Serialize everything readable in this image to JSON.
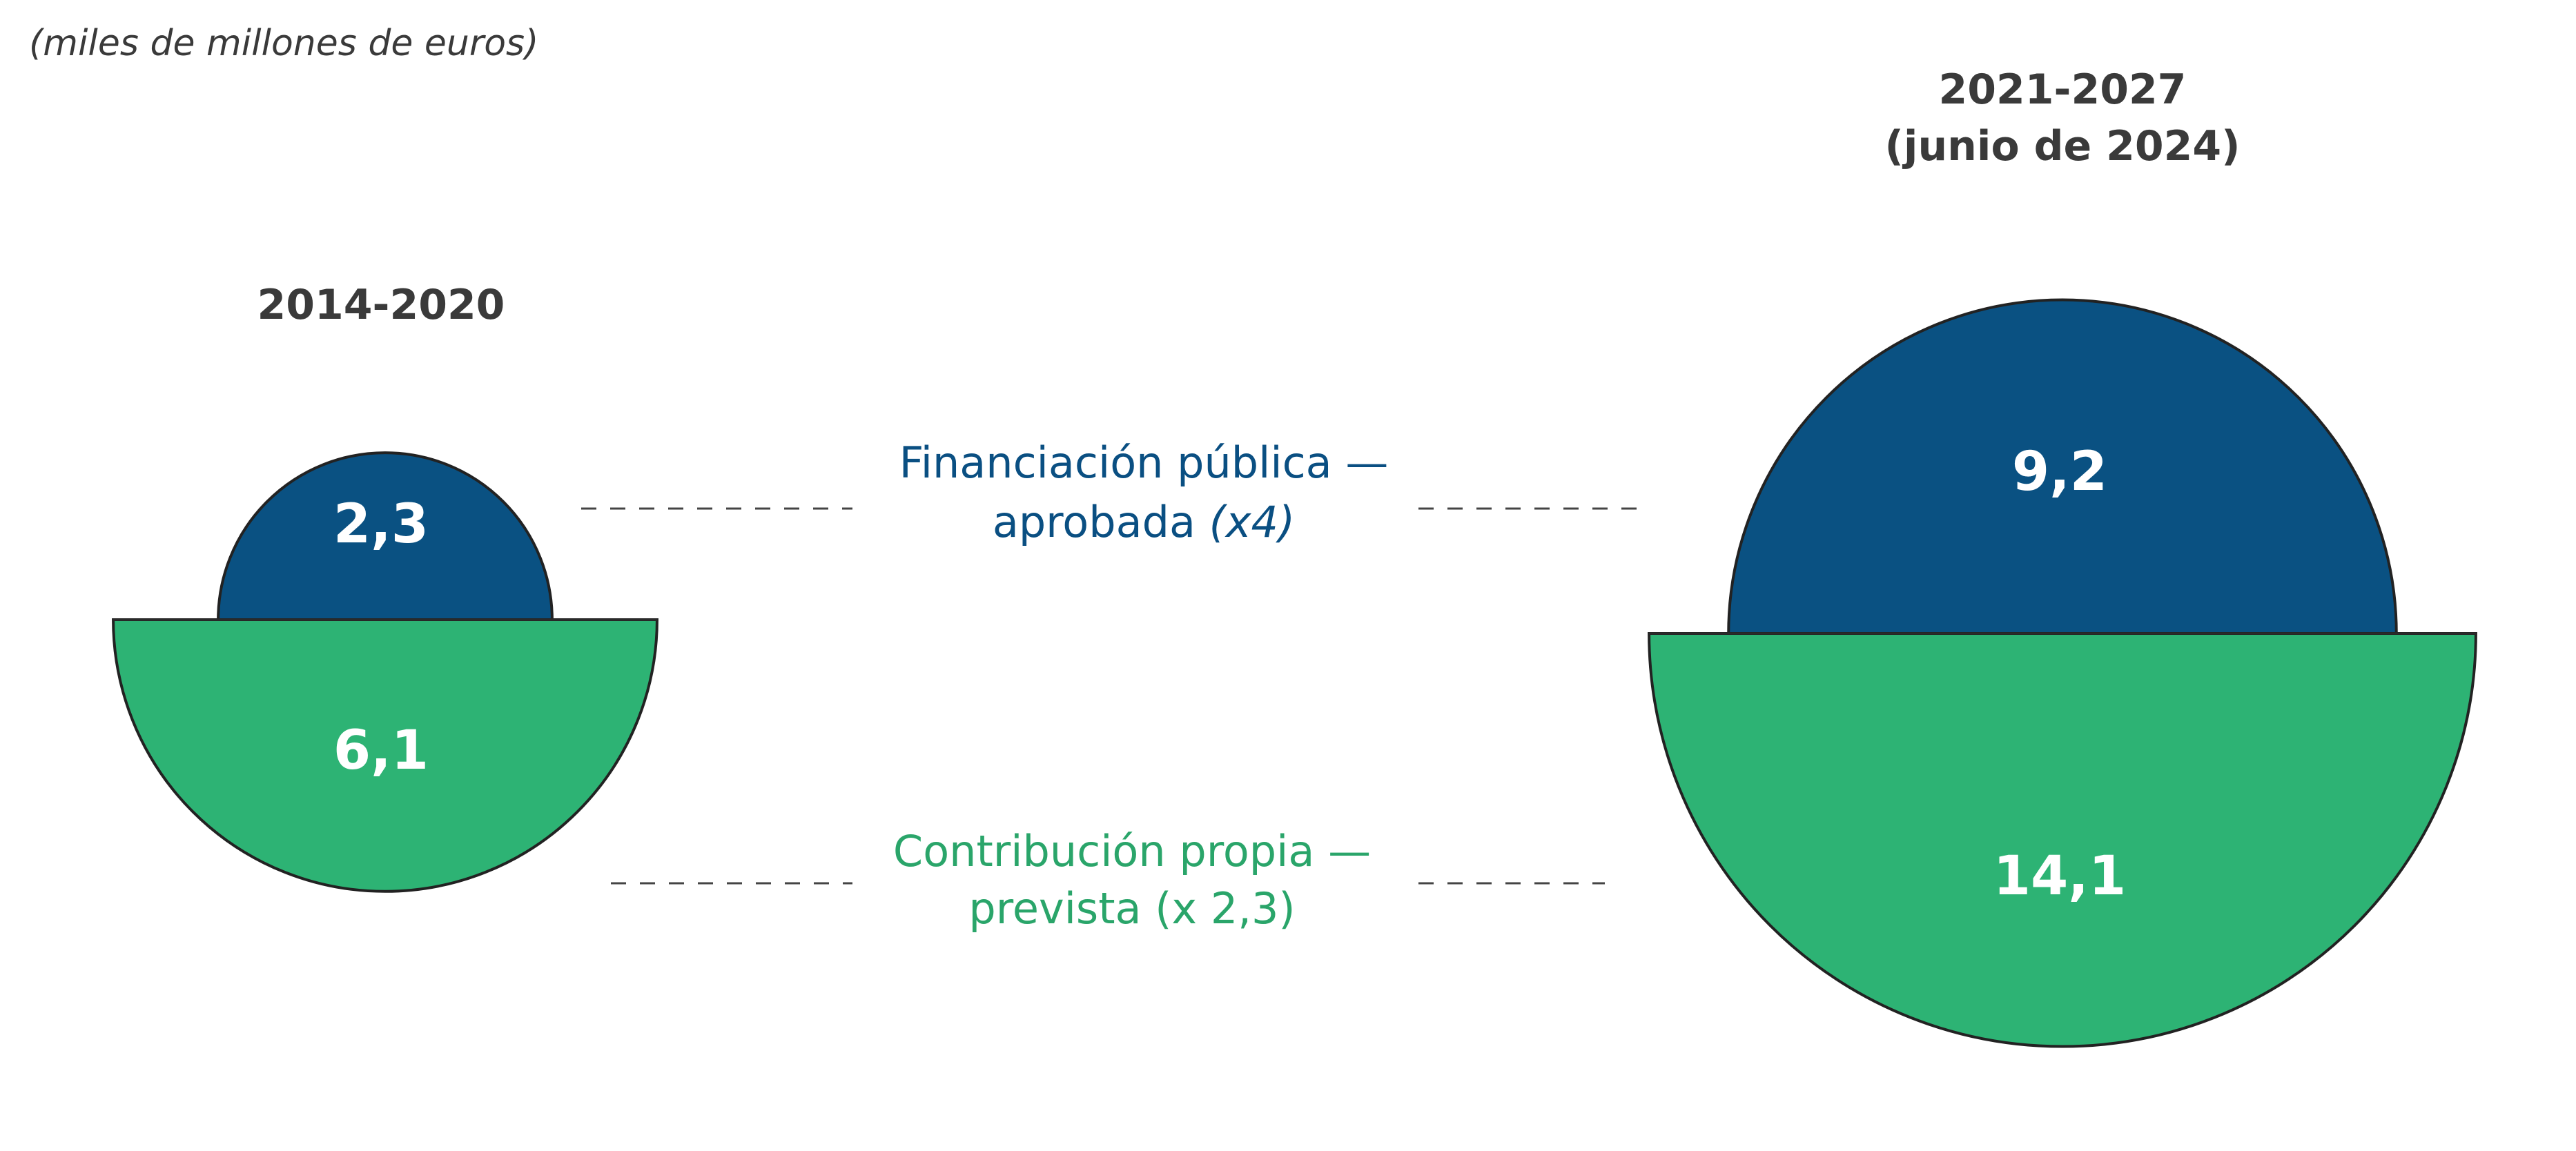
{
  "unit_label": "(miles de millones de euros)",
  "colors": {
    "public": "#0a5182",
    "own": "#2db374",
    "outline": "#222222",
    "text_dark": "#3a3a3a"
  },
  "chart_data": {
    "type": "proportional-semicircles",
    "unit": "(miles de millones de euros)",
    "groups": [
      {
        "period_lines": [
          "2014-2020"
        ],
        "public": 2.3,
        "public_label": "2,3",
        "own": 6.1,
        "own_label": "6,1"
      },
      {
        "period_lines": [
          "2021-2027",
          "(junio de 2024)"
        ],
        "public": 9.2,
        "public_label": "9,2",
        "own": 14.1,
        "own_label": "14,1"
      }
    ],
    "legend": {
      "public": {
        "line1": "Financiación pública —",
        "line2_plain": "aprobada ",
        "line2_italic": "(x4)"
      },
      "own": {
        "line1": "Contribución propia —",
        "line2": "prevista (x 2,3)"
      }
    }
  }
}
